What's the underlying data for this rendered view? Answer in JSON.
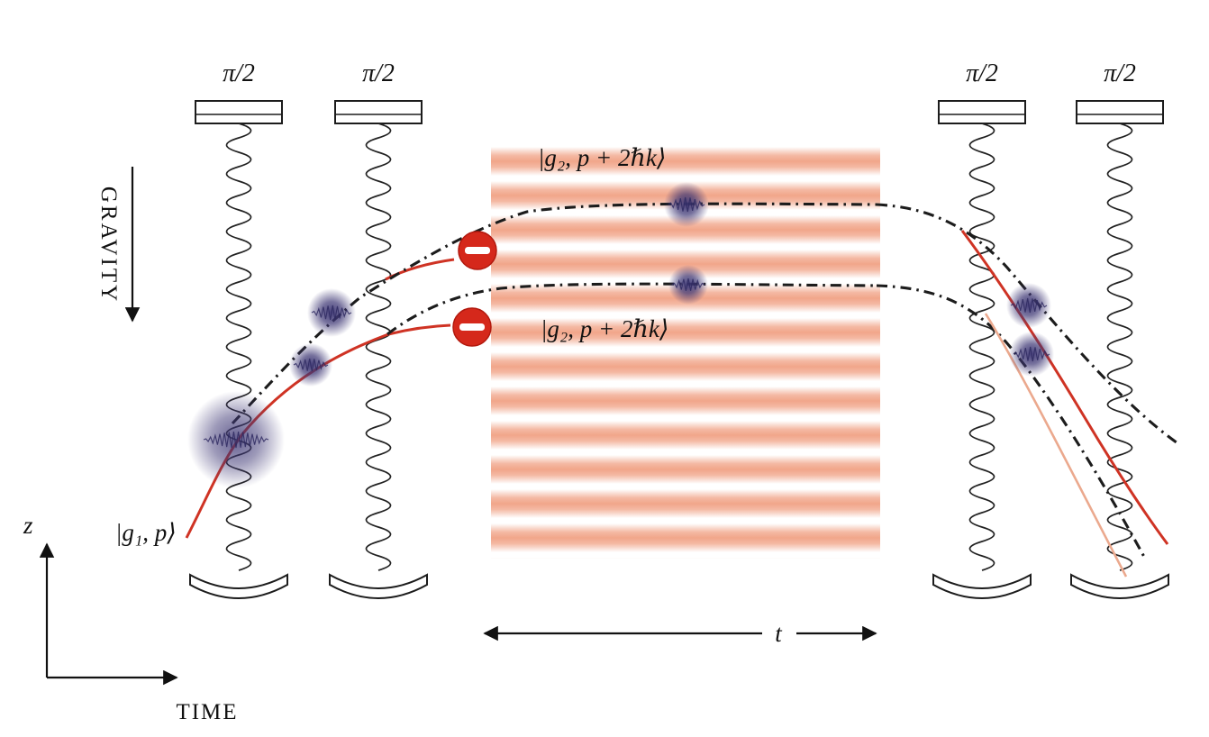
{
  "figure": {
    "pulse_label": "π/2",
    "gravity_label": "GRAVITY",
    "z_label": "z",
    "time_label": "TIME",
    "t_label": "t",
    "initial_state_label": "|g₁, p⟩",
    "upper_state_label": "|g₂, p + 2ℏk⟩",
    "lower_state_label": "|g₂, p + 2ℏk⟩",
    "icons": {
      "no_entry": "⛔"
    },
    "colors": {
      "trajectory_red": "#cf3324",
      "trajectory_faded": "#eba98e",
      "dash_dot_black": "#1c1c1c",
      "lattice_stripe": "#f0a184",
      "wavepacket_purple": "#3d3674",
      "no_entry_red": "#d5281b"
    }
  }
}
